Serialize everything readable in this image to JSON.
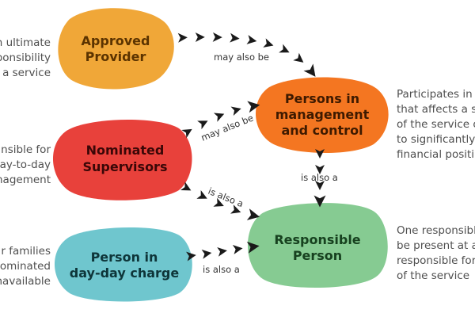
{
  "nodes": {
    "approved_provider": {
      "lines": [
        "Approved",
        "Provider"
      ],
      "color": "#F0A738",
      "text_color": "#5b3300"
    },
    "persons_management": {
      "lines": [
        "Persons in",
        "management",
        "and control"
      ],
      "color": "#F47621",
      "text_color": "#3e1a00"
    },
    "nominated_supervisors": {
      "lines": [
        "Nominated",
        "Supervisors"
      ],
      "color": "#E8413B",
      "text_color": "#3a0707"
    },
    "responsible_person": {
      "lines": [
        "Responsible",
        "Person"
      ],
      "color": "#86CB92",
      "text_color": "#17411f"
    },
    "person_day_charge": {
      "lines": [
        "Person in",
        "day-day charge"
      ],
      "color": "#6FC6CE",
      "text_color": "#0e3539"
    }
  },
  "edge_labels": {
    "ap_to_pmc": "may also be",
    "ns_to_pmc": "may also be",
    "pmc_to_rp": "is also a",
    "ns_to_rp": "is also a",
    "pdc_to_rp": "is also a"
  },
  "side_texts": {
    "approved_provider": [
      "n ultimate",
      "ponsibility",
      "a service"
    ],
    "nominated_supervisors": [
      "nsible for",
      "ay-to-day",
      "nagement"
    ],
    "person_day_charge": [
      "r families",
      "ominated",
      "navailable"
    ],
    "persons_management": [
      "Participates in",
      "that affects a s",
      "of the service o",
      "to significantly",
      "financial positi"
    ],
    "responsible_person": [
      "One responsibl",
      "be present at a",
      "responsible for",
      "of the service"
    ]
  },
  "colors": {
    "arrow": "#1a1a1a",
    "side_text": "#4f4f4f"
  }
}
